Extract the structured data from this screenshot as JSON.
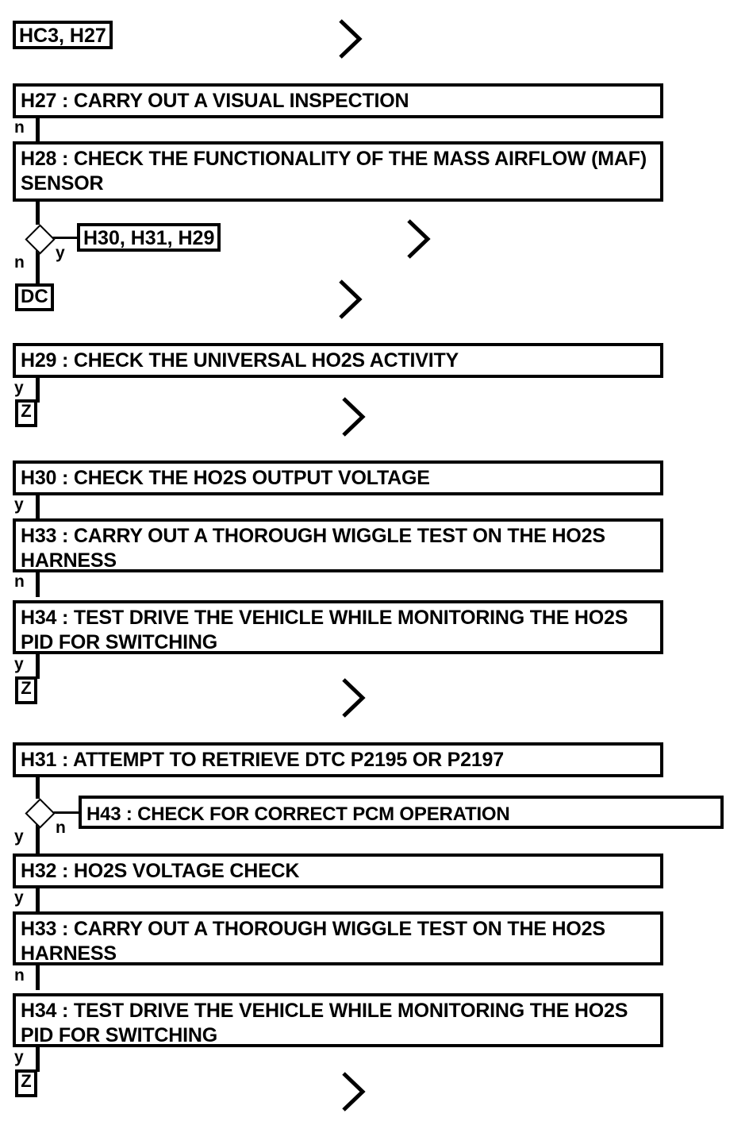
{
  "diagram": {
    "title": "HO2S Diagnostic Flowchart",
    "type": "flowchart",
    "colors": {
      "stroke": "#000000",
      "fill": "#ffffff",
      "text": "#000000"
    }
  },
  "tags": {
    "entry": "HC3, H27",
    "branch_targets": "H30, H31, H29",
    "dc": "DC",
    "z1": "Z",
    "z2": "Z",
    "z3": "Z"
  },
  "steps": {
    "h27": "H27 : CARRY OUT A VISUAL INSPECTION",
    "h28": "H28 : CHECK THE FUNCTIONALITY OF THE MASS AIRFLOW (MAF) SENSOR",
    "h29": "H29 : CHECK THE UNIVERSAL HO2S ACTIVITY",
    "h30": "H30 : CHECK THE HO2S OUTPUT VOLTAGE",
    "h33a": "H33 : CARRY OUT A THOROUGH WIGGLE TEST ON THE HO2S HARNESS",
    "h34a": "H34 : TEST DRIVE THE VEHICLE WHILE MONITORING THE HO2S PID FOR SWITCHING",
    "h31": "H31 : ATTEMPT TO RETRIEVE DTC P2195 OR P2197",
    "h43": "H43 : CHECK FOR CORRECT PCM OPERATION",
    "h32": "H32 : HO2S VOLTAGE CHECK",
    "h33b": "H33 : CARRY OUT A THOROUGH WIGGLE TEST ON THE HO2S HARNESS",
    "h34b": "H34 : TEST DRIVE THE VEHICLE WHILE MONITORING THE HO2S PID FOR SWITCHING"
  },
  "branches": {
    "h27_out": "n",
    "d1_no": "n",
    "d1_yes": "y",
    "h29_out": "y",
    "h30_out": "y",
    "h33a_out": "n",
    "h34a_out": "y",
    "d2_yes": "y",
    "d2_no": "n",
    "h32_out": "y",
    "h33b_out": "n",
    "h34b_out": "y"
  },
  "markers": {
    "chevron": ">"
  }
}
